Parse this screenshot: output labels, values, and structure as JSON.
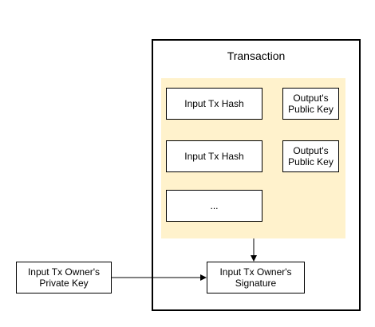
{
  "diagram": {
    "title": "Transaction",
    "inputs": [
      {
        "hash_label": "Input Tx Hash",
        "output_label": "Output's\nPublic Key"
      },
      {
        "hash_label": "Input Tx Hash",
        "output_label": "Output's\nPublic Key"
      },
      {
        "hash_label": "..."
      }
    ],
    "signature_label": "Input Tx Owner's\nSignature",
    "private_key_label": "Input Tx Owner's\nPrivate Key",
    "colors": {
      "group_fill": "#fff2cc",
      "box_border": "#000000",
      "box_fill": "#ffffff"
    }
  }
}
